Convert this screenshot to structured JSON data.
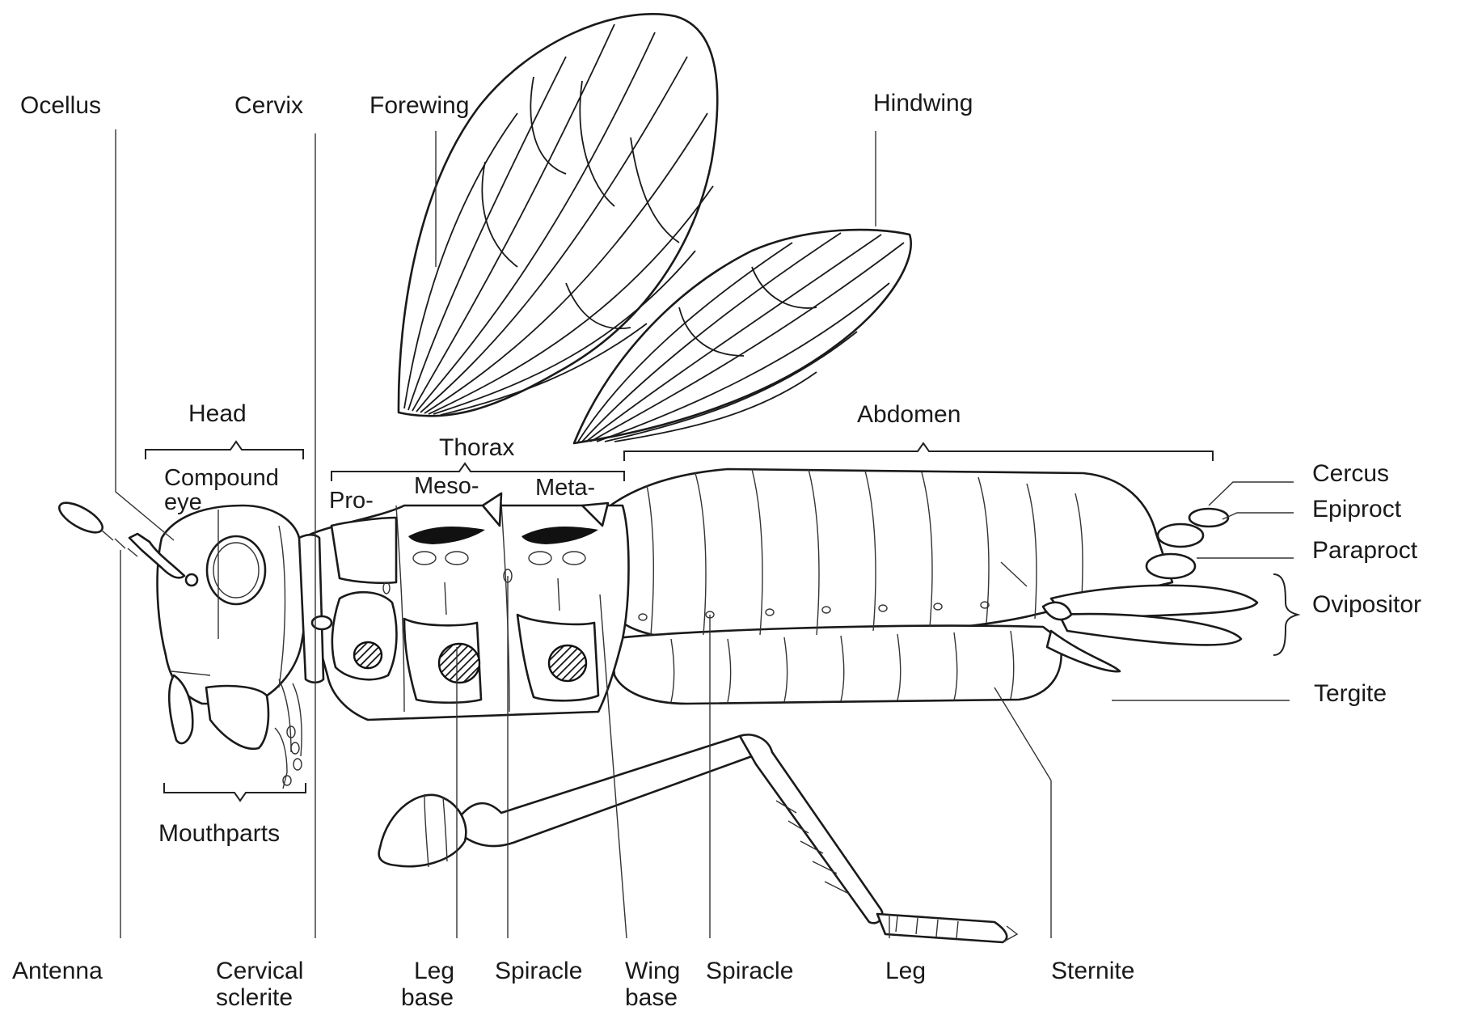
{
  "labels": {
    "ocellus": "Ocellus",
    "cervix": "Cervix",
    "forewing": "Forewing",
    "hindwing": "Hindwing",
    "head": "Head",
    "compound_eye_1": "Compound",
    "compound_eye_2": "eye",
    "thorax": "Thorax",
    "pro": "Pro-",
    "meso": "Meso-",
    "meta": "Meta-",
    "abdomen": "Abdomen",
    "cercus": "Cercus",
    "epiproct": "Epiproct",
    "paraproct": "Paraproct",
    "ovipositor": "Ovipositor",
    "tergite": "Tergite",
    "mouthparts": "Mouthparts",
    "antenna": "Antenna",
    "cervical_sclerite_1": "Cervical",
    "cervical_sclerite_2": "sclerite",
    "leg_base_1": "Leg",
    "leg_base_2": "base",
    "spiracle_1": "Spiracle",
    "wing_base_1": "Wing",
    "wing_base_2": "base",
    "spiracle_2": "Spiracle",
    "leg": "Leg",
    "sternite": "Sternite"
  }
}
